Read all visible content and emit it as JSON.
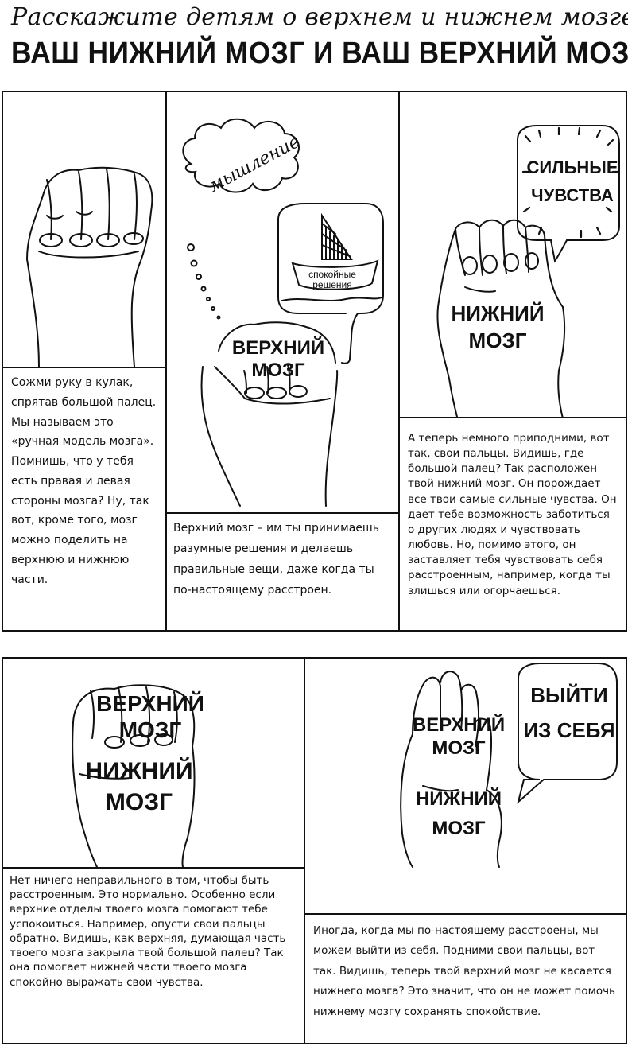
{
  "header": {
    "subtitle": "Расскажите детям о верхнем и нижнем мозге",
    "title": "ВАШ НИЖНИЙ МОЗГ И ВАШ ВЕРХНИЙ МОЗГ"
  },
  "panel1": {
    "caption": "Сожми руку в кулак, спрятав большой палец. Мы называем это «ручная модель мозга». Помнишь, что у тебя есть правая и левая стороны мозга? Ну, так вот, кроме того, мозг можно поделить на верхнюю и нижнюю части."
  },
  "panel2": {
    "thought_label": "мышление",
    "boat_label_line1": "спокойные",
    "boat_label_line2": "решения",
    "hand_label_line1": "ВЕРХНИЙ",
    "hand_label_line2": "МОЗГ",
    "caption": "Верхний мозг – им ты принимаешь разумные решения и делаешь правильные вещи, даже когда ты по-настоящему расстроен."
  },
  "panel3": {
    "bubble_line1": "СИЛЬНЫЕ",
    "bubble_line2": "ЧУВСТВА",
    "hand_label_line1": "НИЖНИЙ",
    "hand_label_line2": "МОЗГ",
    "caption": "А теперь немного приподними, вот так, свои пальцы. Видишь, где большой палец? Так расположен твой нижний мозг. Он порождает все твои самые сильные чувства. Он дает тебе возможность заботиться о других людях и чувствовать любовь. Но, помимо этого, он заставляет тебя чувствовать себя расстроенным, например, когда ты злишься или огорчаешься."
  },
  "panel4": {
    "upper_line1": "ВЕРХНИЙ",
    "upper_line2": "МОЗГ",
    "lower_line1": "НИЖНИЙ",
    "lower_line2": "МОЗГ",
    "caption": "Нет ничего неправильного в том, чтобы быть расстроенным. Это нормально. Особенно если верхние отделы твоего мозга помогают тебе успокоиться. Например, опусти свои пальцы обратно. Видишь, как верхняя, думающая часть твоего мозга закрыла твой большой палец? Так она помогает нижней части твоего мозга спокойно выражать свои чувства."
  },
  "panel5": {
    "bubble_line1": "ВЫЙТИ",
    "bubble_line2": "ИЗ СЕБЯ",
    "upper_line1": "ВЕРХНИЙ",
    "upper_line2": "МОЗГ",
    "lower_line1": "НИЖНИЙ",
    "lower_line2": "МОЗГ",
    "caption": "Иногда, когда мы по-настоящему расстроены, мы можем выйти из себя. Подними свои пальцы, вот так. Видишь, теперь твой верхний мозг не касается нижнего мозга? Это значит, что он не может помочь нижнему мозгу сохранять спокойствие."
  }
}
